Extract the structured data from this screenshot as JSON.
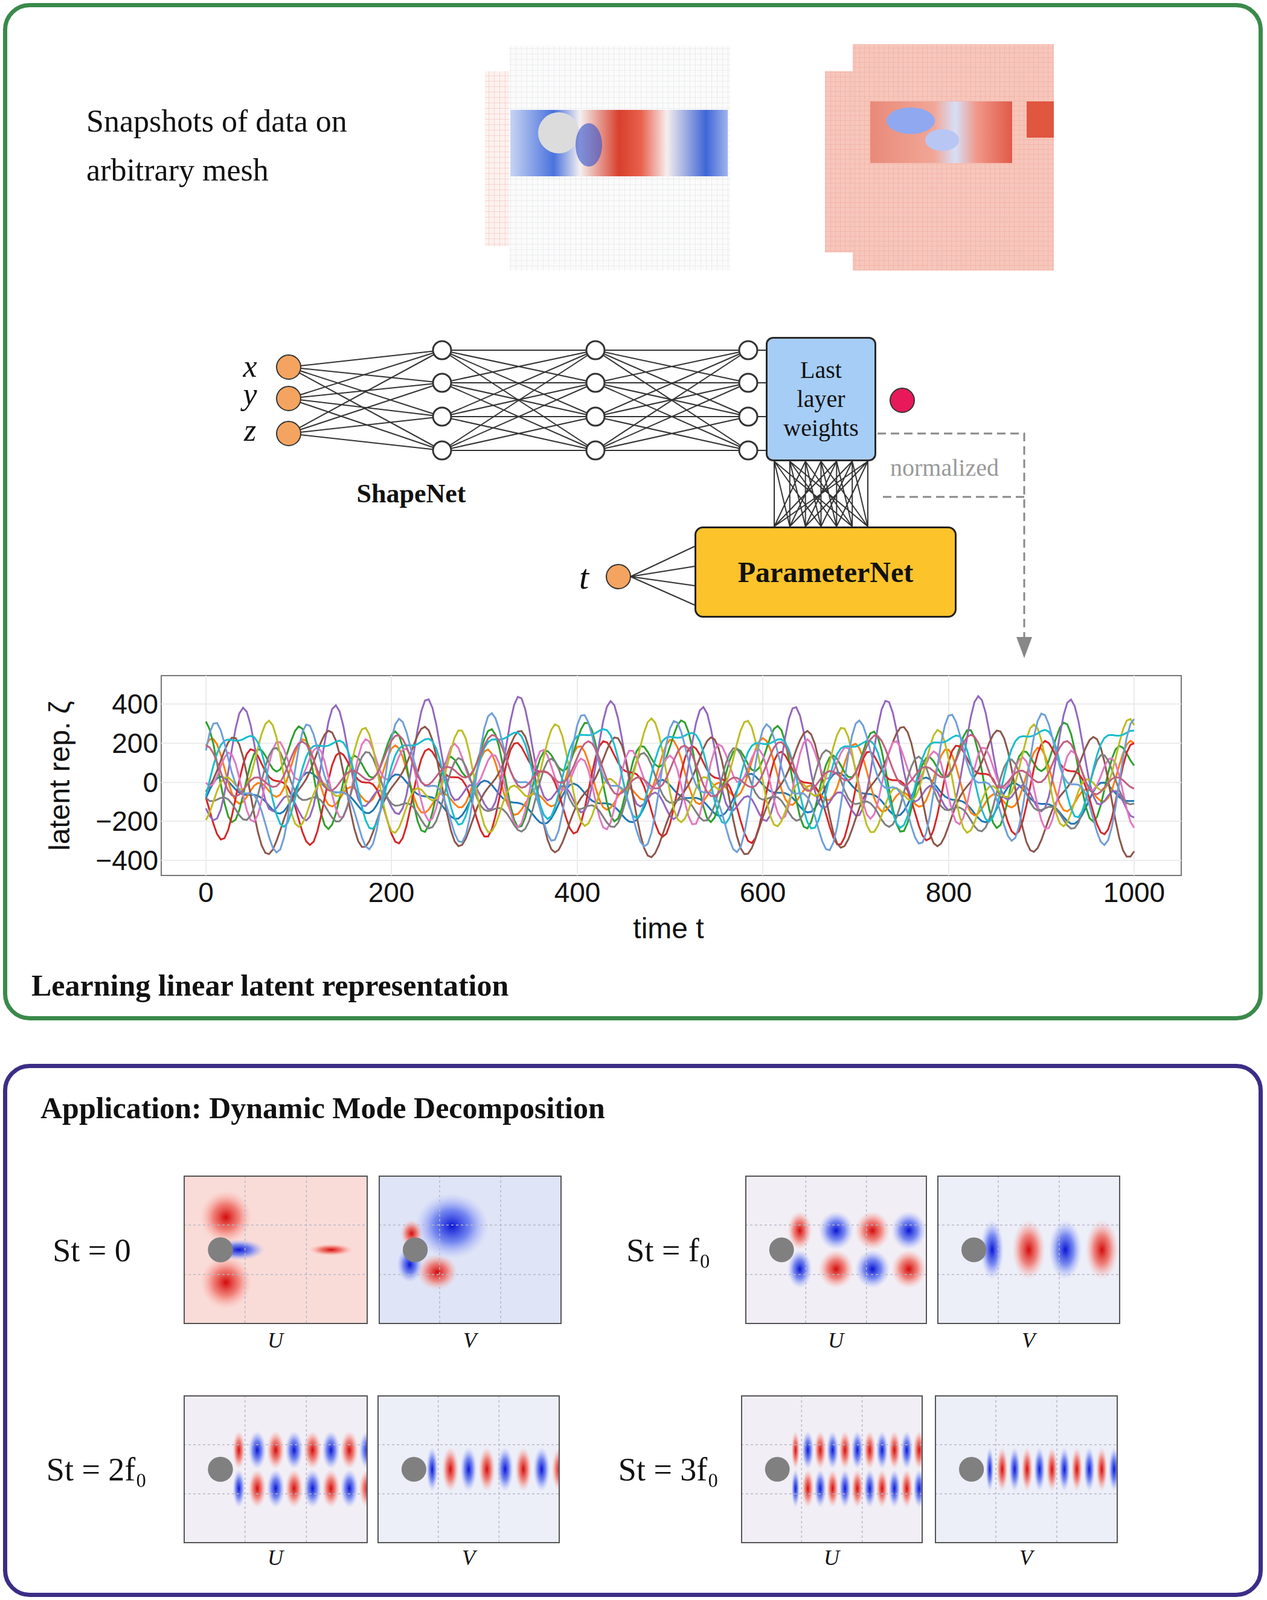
{
  "diagram": {
    "nodes": [
      {
        "text": [
          "Learning linear latent representation"
        ]
      },
      {
        "text": [
          "Last layer weights"
        ],
        "in": 0
      },
      {
        "text": [
          "ParameterNet"
        ],
        "in": 0
      },
      {
        "text": [
          "Application: Dynamic Mode Decomposition"
        ]
      }
    ],
    "edges": [
      {
        "from": 2,
        "to": 1,
        "arrow": "none"
      }
    ],
    "labels": [
      "Snapshots of data on arbitrary mesh",
      "x",
      "y",
      "z",
      "ShapeNet",
      "t",
      "normalized",
      "latent rep. ζ",
      "400",
      "200",
      "0",
      "−200",
      "−400",
      "0",
      "200",
      "400",
      "600",
      "800",
      "1000",
      "time t",
      "St = 0",
      "U",
      "V",
      "St = f₀",
      "U",
      "V",
      "St = 2f₀",
      "U",
      "V",
      "St = 3f₀",
      "U",
      "V"
    ]
  }
}
